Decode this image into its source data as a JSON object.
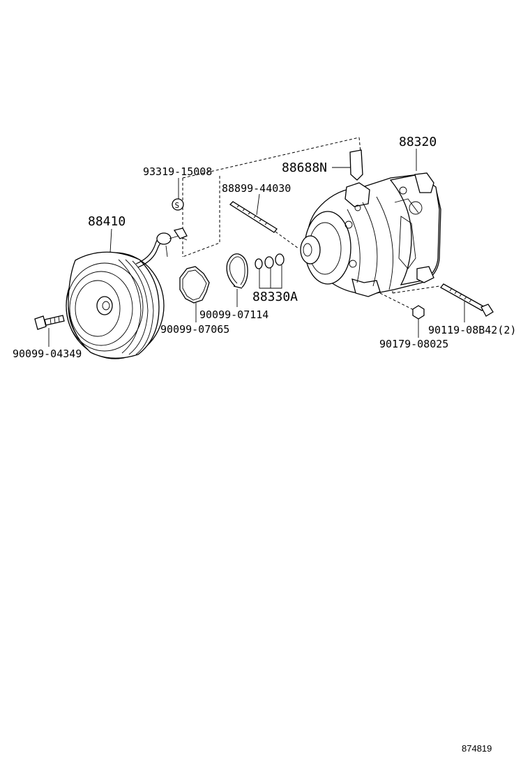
{
  "diagram": {
    "reference_number": "874819",
    "parts": [
      {
        "id": "compressor",
        "number": "88320"
      },
      {
        "id": "bracket",
        "number": "88688N"
      },
      {
        "id": "stud-bolt",
        "number": "88899-44030"
      },
      {
        "id": "washer",
        "number": "93319-15008"
      },
      {
        "id": "clutch-assembly",
        "number": "88410"
      },
      {
        "id": "o-ring-set",
        "number": "88330A"
      },
      {
        "id": "snap-ring",
        "number": "90099-07114"
      },
      {
        "id": "shim-gasket",
        "number": "90099-07065"
      },
      {
        "id": "pulley-bolt",
        "number": "90099-04349"
      },
      {
        "id": "nut",
        "number": "90179-08025"
      },
      {
        "id": "mount-bolt",
        "number": "90119-08B42(2)"
      }
    ],
    "washer_mark": "S"
  }
}
